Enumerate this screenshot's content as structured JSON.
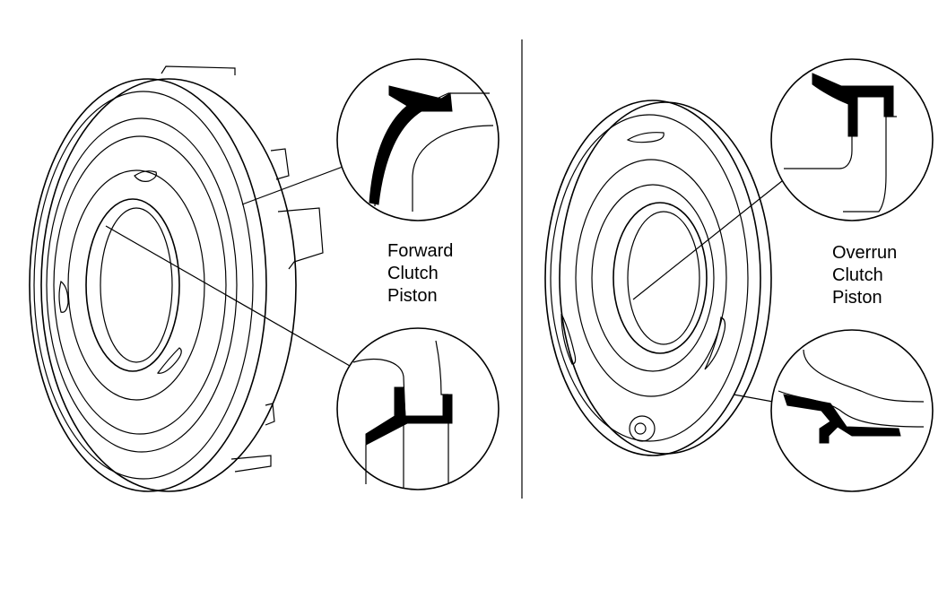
{
  "labels": {
    "forward": [
      "Forward",
      "Clutch",
      "Piston"
    ],
    "overrun": [
      "Overrun",
      "Clutch",
      "Piston"
    ]
  },
  "colors": {
    "line": "#000000",
    "background": "#ffffff"
  }
}
